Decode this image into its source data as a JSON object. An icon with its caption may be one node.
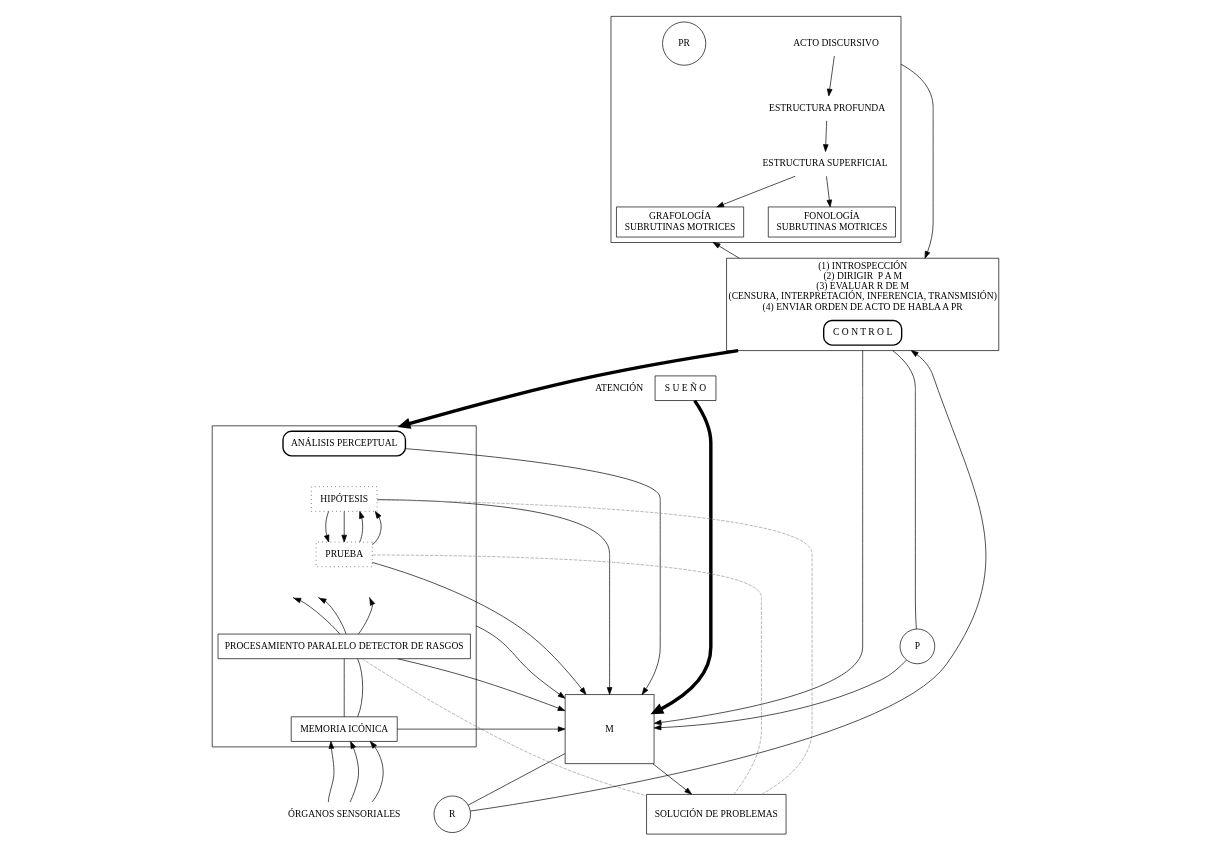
{
  "diagram": {
    "nodes": [
      {
        "text": [
          "S U E Ñ O"
        ]
      },
      {
        "text": [
          "(1) INTROSPECCIÓN",
          "(2) DIRIGIR  P A M",
          "(3) EVALUAR R DE M",
          "(CENSURA, INTERPRETACIÓN, INFERENCIA, TRANSMISIÓN)",
          "(4) ENVIAR ORDEN DE ACTO DE HABLA A PR"
        ]
      },
      {
        "text": [
          "C O N T R O L"
        ],
        "in": 1
      },
      {
        "text": [],
        "shape": "box"
      },
      {
        "text": [
          "ANÁLISIS PERCEPTUAL"
        ],
        "in": 3
      },
      {
        "text": [
          "HIPÓTESIS"
        ],
        "in": 3
      },
      {
        "text": [
          "PRUEBA"
        ],
        "in": 3
      },
      {
        "text": [
          "PROCESAMIENTO PARALELO DETECTOR DE RASGOS"
        ],
        "in": 3
      },
      {
        "text": [
          "MEMORIA ICÓNICA"
        ],
        "in": 3
      },
      {
        "text": [
          "ÓRGANOS SENSORIALES"
        ]
      },
      {
        "text": [
          "M"
        ]
      },
      {
        "text": [
          "P"
        ]
      },
      {
        "text": [
          "R"
        ]
      },
      {
        "text": [
          "SOLUCIÓN DE PROBLEMAS"
        ]
      },
      {
        "text": [],
        "shape": "box"
      },
      {
        "text": [
          "ACTO DISCURSIVO"
        ],
        "in": 14
      },
      {
        "text": [
          "PR"
        ],
        "in": 14
      },
      {
        "text": [
          "ESTRUCTURA PROFUNDA"
        ],
        "in": 14
      },
      {
        "text": [
          "ESTRUCTURA SUPERFICIAL"
        ],
        "in": 14
      },
      {
        "text": [
          "FONOLOGÍA",
          "SUBRUTINAS MOTRICES"
        ],
        "in": 14
      },
      {
        "text": [
          "GRAFOLOGÍA",
          "SUBRUTINAS MOTRICES"
        ],
        "in": 14
      }
    ],
    "edges": [
      {
        "from": 1,
        "to": 3,
        "arrow": "to",
        "label": "ATENCIÓN",
        "style": "thick"
      },
      {
        "from": 0,
        "to": 10,
        "arrow": "to",
        "style": "thick"
      },
      {
        "from": 1,
        "to": 10,
        "arrow": "to"
      },
      {
        "from": 1,
        "to": 11,
        "arrow": "none"
      },
      {
        "from": 11,
        "to": 10,
        "arrow": "to"
      },
      {
        "from": 10,
        "to": 12,
        "arrow": "none"
      },
      {
        "from": 12,
        "to": 1,
        "arrow": "to"
      },
      {
        "from": 10,
        "to": 13,
        "arrow": "to"
      },
      {
        "from": 14,
        "to": 1,
        "arrow": "to"
      },
      {
        "from": 1,
        "to": 14,
        "arrow": "to"
      },
      {
        "from": 4,
        "to": 10,
        "arrow": "to"
      },
      {
        "from": 5,
        "to": 10,
        "arrow": "to"
      },
      {
        "from": 6,
        "to": 10,
        "arrow": "to"
      },
      {
        "from": 3,
        "to": 10,
        "arrow": "to"
      },
      {
        "from": 7,
        "to": 10,
        "arrow": "to"
      },
      {
        "from": 8,
        "to": 10,
        "arrow": "to"
      },
      {
        "from": 5,
        "to": 13,
        "arrow": "none",
        "style": "dashed",
        "color": "#999999"
      },
      {
        "from": 6,
        "to": 13,
        "arrow": "none",
        "style": "dashed",
        "color": "#999999"
      },
      {
        "from": 7,
        "to": 13,
        "arrow": "none",
        "style": "dashed",
        "color": "#999999"
      },
      {
        "from": 5,
        "to": 6,
        "arrow": "to"
      },
      {
        "from": 5,
        "to": 6,
        "arrow": "to"
      },
      {
        "from": 6,
        "to": 5,
        "arrow": "to"
      },
      {
        "from": 6,
        "to": 5,
        "arrow": "to"
      },
      {
        "from": 7,
        "to": null,
        "arrow": "to"
      },
      {
        "from": 7,
        "to": null,
        "arrow": "to"
      },
      {
        "from": 7,
        "to": null,
        "arrow": "to"
      },
      {
        "from": 8,
        "to": 7,
        "arrow": "none"
      },
      {
        "from": 8,
        "to": 7,
        "arrow": "none"
      },
      {
        "from": 9,
        "to": 8,
        "arrow": "to"
      },
      {
        "from": 9,
        "to": 8,
        "arrow": "to"
      },
      {
        "from": 9,
        "to": 8,
        "arrow": "to"
      },
      {
        "from": 15,
        "to": 17,
        "arrow": "to"
      },
      {
        "from": 17,
        "to": 18,
        "arrow": "to"
      },
      {
        "from": 18,
        "to": 19,
        "arrow": "to"
      },
      {
        "from": 18,
        "to": 20,
        "arrow": "to"
      }
    ]
  }
}
